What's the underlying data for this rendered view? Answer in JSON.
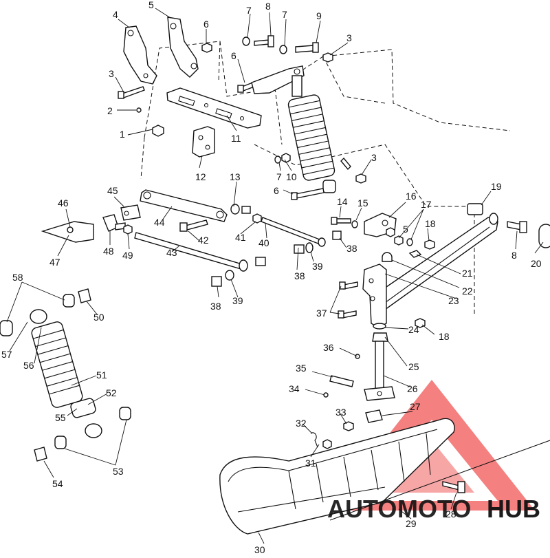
{
  "watermark": {
    "brand_part1": "AUTO",
    "brand_part2": "MOTO",
    "brand_part3": "HUB",
    "colors": {
      "triangle": "#f26a6a",
      "auto": "#f3c77a",
      "moto": "#f39a8e",
      "hub": "#9a9a9a"
    }
  },
  "callouts": [
    {
      "id": "c1",
      "label": "1"
    },
    {
      "id": "c2",
      "label": "2"
    },
    {
      "id": "c3a",
      "label": "3"
    },
    {
      "id": "c3b",
      "label": "3"
    },
    {
      "id": "c3c",
      "label": "3"
    },
    {
      "id": "c4",
      "label": "4"
    },
    {
      "id": "c5a",
      "label": "5"
    },
    {
      "id": "c5b",
      "label": "5"
    },
    {
      "id": "c6a",
      "label": "6"
    },
    {
      "id": "c6b",
      "label": "6"
    },
    {
      "id": "c6c",
      "label": "6"
    },
    {
      "id": "c7a",
      "label": "7"
    },
    {
      "id": "c7b",
      "label": "7"
    },
    {
      "id": "c7c",
      "label": "7"
    },
    {
      "id": "c8a",
      "label": "8"
    },
    {
      "id": "c8b",
      "label": "8"
    },
    {
      "id": "c9",
      "label": "9"
    },
    {
      "id": "c10",
      "label": "10"
    },
    {
      "id": "c11",
      "label": "11"
    },
    {
      "id": "c12",
      "label": "12"
    },
    {
      "id": "c13",
      "label": "13"
    },
    {
      "id": "c14",
      "label": "14"
    },
    {
      "id": "c15",
      "label": "15"
    },
    {
      "id": "c16",
      "label": "16"
    },
    {
      "id": "c17",
      "label": "17"
    },
    {
      "id": "c18a",
      "label": "18"
    },
    {
      "id": "c18b",
      "label": "18"
    },
    {
      "id": "c19",
      "label": "19"
    },
    {
      "id": "c20",
      "label": "20"
    },
    {
      "id": "c21",
      "label": "21"
    },
    {
      "id": "c22",
      "label": "22"
    },
    {
      "id": "c23",
      "label": "23"
    },
    {
      "id": "c24",
      "label": "24"
    },
    {
      "id": "c25",
      "label": "25"
    },
    {
      "id": "c26",
      "label": "26"
    },
    {
      "id": "c27",
      "label": "27"
    },
    {
      "id": "c28",
      "label": "28"
    },
    {
      "id": "c29",
      "label": "29"
    },
    {
      "id": "c30",
      "label": "30"
    },
    {
      "id": "c31",
      "label": "31"
    },
    {
      "id": "c32",
      "label": "32"
    },
    {
      "id": "c33",
      "label": "33"
    },
    {
      "id": "c34",
      "label": "34"
    },
    {
      "id": "c35",
      "label": "35"
    },
    {
      "id": "c36",
      "label": "36"
    },
    {
      "id": "c37",
      "label": "37"
    },
    {
      "id": "c38a",
      "label": "38"
    },
    {
      "id": "c38b",
      "label": "38"
    },
    {
      "id": "c38c",
      "label": "38"
    },
    {
      "id": "c39a",
      "label": "39"
    },
    {
      "id": "c39b",
      "label": "39"
    },
    {
      "id": "c40",
      "label": "40"
    },
    {
      "id": "c41",
      "label": "41"
    },
    {
      "id": "c42",
      "label": "42"
    },
    {
      "id": "c43",
      "label": "43"
    },
    {
      "id": "c44",
      "label": "44"
    },
    {
      "id": "c45",
      "label": "45"
    },
    {
      "id": "c46",
      "label": "46"
    },
    {
      "id": "c47",
      "label": "47"
    },
    {
      "id": "c48",
      "label": "48"
    },
    {
      "id": "c49",
      "label": "49"
    },
    {
      "id": "c50",
      "label": "50"
    },
    {
      "id": "c51",
      "label": "51"
    },
    {
      "id": "c52",
      "label": "52"
    },
    {
      "id": "c53",
      "label": "53"
    },
    {
      "id": "c54",
      "label": "54"
    },
    {
      "id": "c55",
      "label": "55"
    },
    {
      "id": "c56",
      "label": "56"
    },
    {
      "id": "c57",
      "label": "57"
    },
    {
      "id": "c58",
      "label": "58"
    }
  ]
}
